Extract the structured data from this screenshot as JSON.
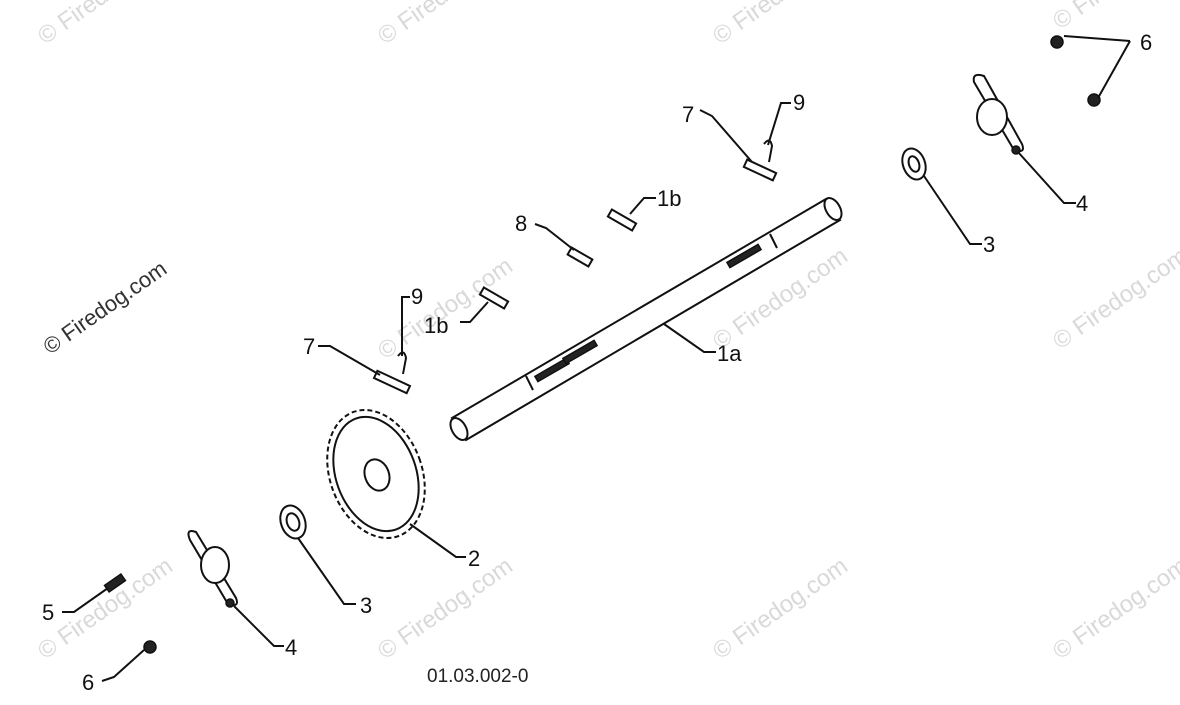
{
  "diagram": {
    "watermark_text": "© Firedog.com",
    "drawing_number": "01.03.002-0",
    "callouts": {
      "c6_top": "6",
      "c9_top": "9",
      "c7_top": "7",
      "c4_top": "4",
      "c3_top": "3",
      "c1b_top": "1b",
      "c8": "8",
      "c9_mid": "9",
      "c1b_mid": "1b",
      "c7_mid": "7",
      "c1a": "1a",
      "c2": "2",
      "c3_bottom": "3",
      "c4_bottom": "4",
      "c5": "5",
      "c6_bottom": "6"
    },
    "colors": {
      "line": "#111111",
      "watermark": "#d9d9d9",
      "background": "#ffffff"
    }
  }
}
